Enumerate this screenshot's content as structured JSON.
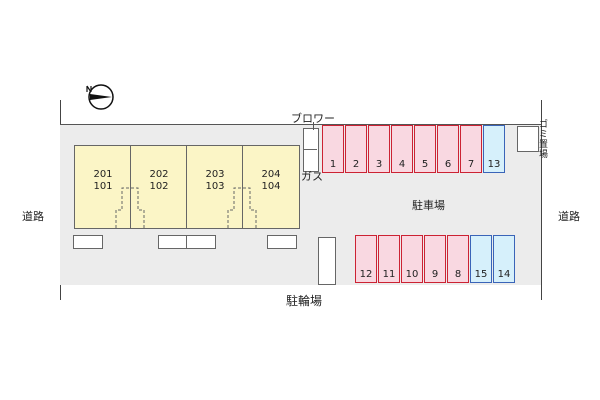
{
  "labels": {
    "road_left": "道路",
    "road_right": "道路",
    "blower": "ブロワー",
    "gas": "ガス",
    "garbage": "ゴミ置場",
    "parking": "駐車場",
    "bicycle": "駐輪場"
  },
  "buildings": [
    {
      "upper": "201",
      "lower": "101"
    },
    {
      "upper": "202",
      "lower": "102"
    },
    {
      "upper": "203",
      "lower": "103"
    },
    {
      "upper": "204",
      "lower": "104"
    }
  ],
  "parking_top": [
    "1",
    "2",
    "3",
    "4",
    "5",
    "6",
    "7",
    "13"
  ],
  "parking_bottom": [
    "12",
    "11",
    "10",
    "9",
    "8",
    "15",
    "14"
  ],
  "colors": {
    "building_fill": "#fbf5c6",
    "parking_pink": "#f9d8e1",
    "parking_pink_border": "#c23",
    "parking_blue": "#d6f0fb",
    "parking_blue_border": "#3a64b8",
    "lot_fill": "#ececec"
  },
  "north_icon": "north-compass-icon"
}
